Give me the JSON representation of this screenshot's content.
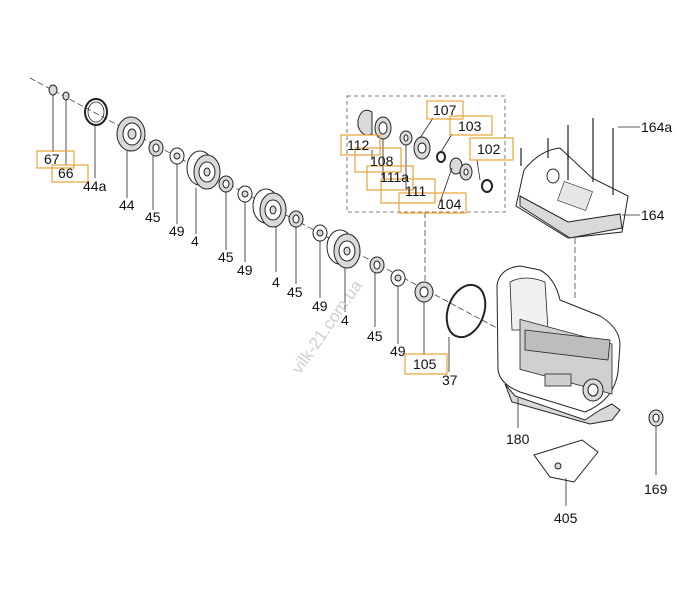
{
  "watermark": "vilk-21.com.ua",
  "labels": {
    "p67": "67",
    "p66": "66",
    "p44a": "44a",
    "p44": "44",
    "p45a": "45",
    "p49a": "49",
    "p4a": "4",
    "p45b": "45",
    "p49b": "49",
    "p4b": "4",
    "p45c": "45",
    "p49c": "49",
    "p4c": "4",
    "p45d": "45",
    "p49d": "49",
    "p105": "105",
    "p37": "37",
    "p107": "107",
    "p103": "103",
    "p112": "112",
    "p102": "102",
    "p108": "108",
    "p111a": "111a",
    "p111": "111",
    "p104": "104",
    "p164a": "164a",
    "p164": "164",
    "p180": "180",
    "p169": "169",
    "p405": "405"
  },
  "colors": {
    "highlight_box": "#e8a33a",
    "line": "#222222"
  }
}
